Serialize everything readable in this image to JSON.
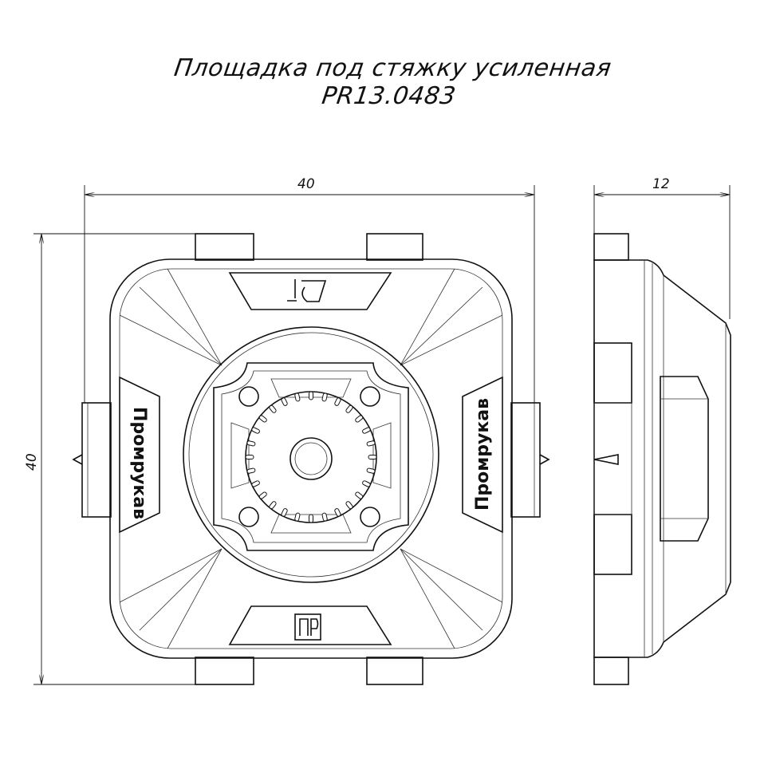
{
  "title": "Площадка под стяжку усиленная PR13.0483",
  "dimensions": {
    "front_width": "40",
    "front_height": "40",
    "side_width": "12"
  },
  "front_view": {
    "brand_label_left": "Промрукав",
    "brand_label_right": "Промрукав",
    "logo_letters": "ПР"
  }
}
